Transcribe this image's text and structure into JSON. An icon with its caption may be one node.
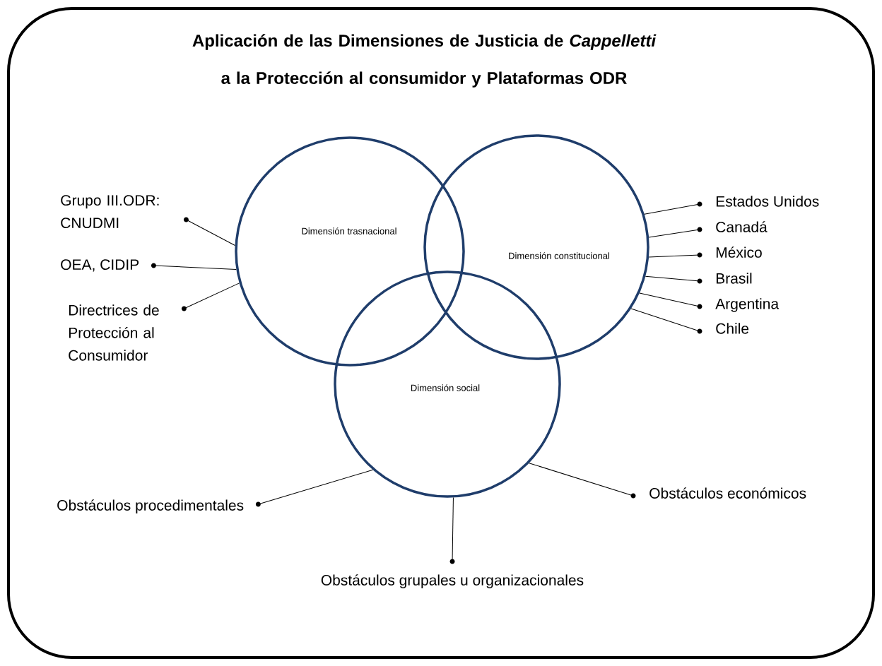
{
  "diagram": {
    "title": "Aplicación de las Dimensiones de Justicia de *Cappelletti* a la Protección al consumidor y Plataformas ODR",
    "nodes": [
      {
        "text": [
          "Dimensión trasnacional"
        ]
      },
      {
        "text": [
          "Dimensión constitucional"
        ]
      },
      {
        "text": [
          "Dimensión social"
        ]
      },
      {
        "text": [
          "Grupo III.ODR: CNUDMI"
        ]
      },
      {
        "text": [
          "OEA, CIDIP"
        ]
      },
      {
        "text": [
          "Directrices de Protección al Consumidor"
        ]
      },
      {
        "text": [
          "Estados Unidos"
        ]
      },
      {
        "text": [
          "Canadá"
        ]
      },
      {
        "text": [
          "México"
        ]
      },
      {
        "text": [
          "Brasil"
        ]
      },
      {
        "text": [
          "Argentina"
        ]
      },
      {
        "text": [
          "Chile"
        ]
      },
      {
        "text": [
          "Obstáculos procedimentales"
        ]
      },
      {
        "text": [
          "Obstáculos económicos"
        ]
      },
      {
        "text": [
          "Obstáculos grupales u organizacionales"
        ]
      }
    ],
    "edges": [
      {
        "from": 0,
        "to": 3,
        "arrow": "none"
      },
      {
        "from": 0,
        "to": 4,
        "arrow": "none"
      },
      {
        "from": 0,
        "to": 5,
        "arrow": "none"
      },
      {
        "from": 1,
        "to": 6,
        "arrow": "none"
      },
      {
        "from": 1,
        "to": 7,
        "arrow": "none"
      },
      {
        "from": 1,
        "to": 8,
        "arrow": "none"
      },
      {
        "from": 1,
        "to": 9,
        "arrow": "none"
      },
      {
        "from": 1,
        "to": 10,
        "arrow": "none"
      },
      {
        "from": 1,
        "to": 11,
        "arrow": "none"
      },
      {
        "from": 2,
        "to": 12,
        "arrow": "none"
      },
      {
        "from": 2,
        "to": 13,
        "arrow": "none"
      },
      {
        "from": 2,
        "to": 14,
        "arrow": "none"
      }
    ]
  }
}
